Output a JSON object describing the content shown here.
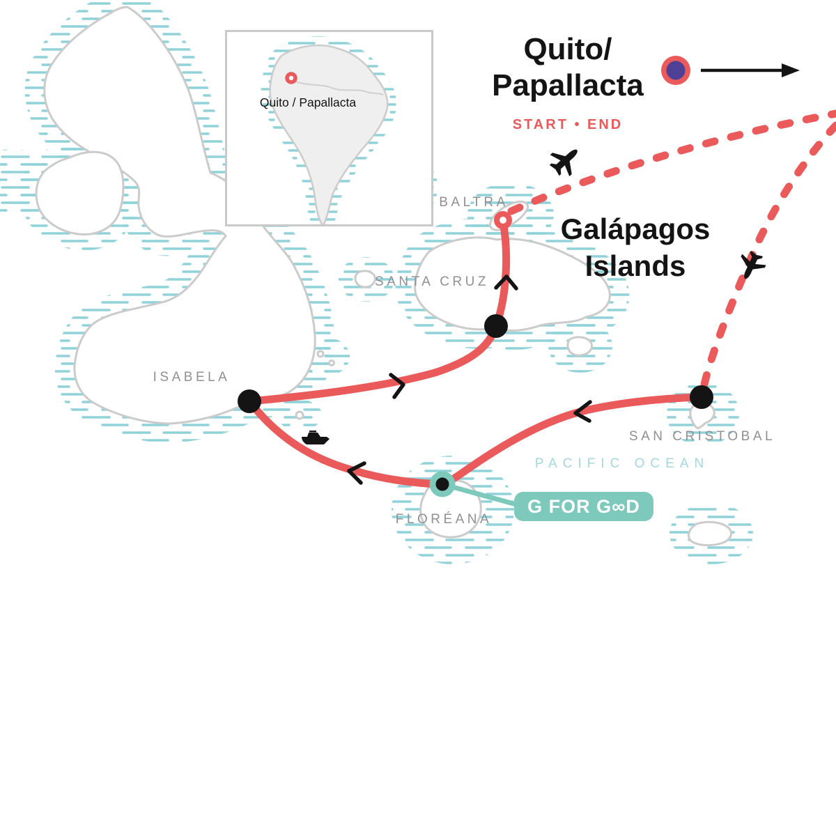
{
  "legend": {
    "title_line1": "Quito/",
    "title_line2": "Papallacta",
    "start_end_label": "START • END"
  },
  "region_title": {
    "line1": "Galápagos",
    "line2": "Islands"
  },
  "inset": {
    "label": "Quito / Papallacta"
  },
  "map": {
    "islands": {
      "baltra": "BALTRA",
      "santa_cruz": "SANTA CRUZ",
      "isabela": "ISABELA",
      "san_cristobal": "SAN CRISTOBAL",
      "floreana": "FLORÉANA"
    },
    "ocean_label": "PACIFIC OCEAN",
    "badge_label": "G FOR G∞D",
    "route_stops": [
      "Quito / Papallacta",
      "San Cristobal",
      "Floréana",
      "Isabela",
      "Santa Cruz",
      "Baltra"
    ],
    "travel_modes": [
      "plane",
      "boat"
    ]
  },
  "colors": {
    "route_red": "#EA5A5A",
    "hatch_teal": "#8FD2DA",
    "badge_teal": "#7DCABD",
    "ocean_text_teal": "#A3D8DF",
    "island_outline_gray": "#CBCBCB",
    "label_gray": "#909093",
    "marker_purple": "#4E3F97",
    "ink_black": "#141414"
  }
}
